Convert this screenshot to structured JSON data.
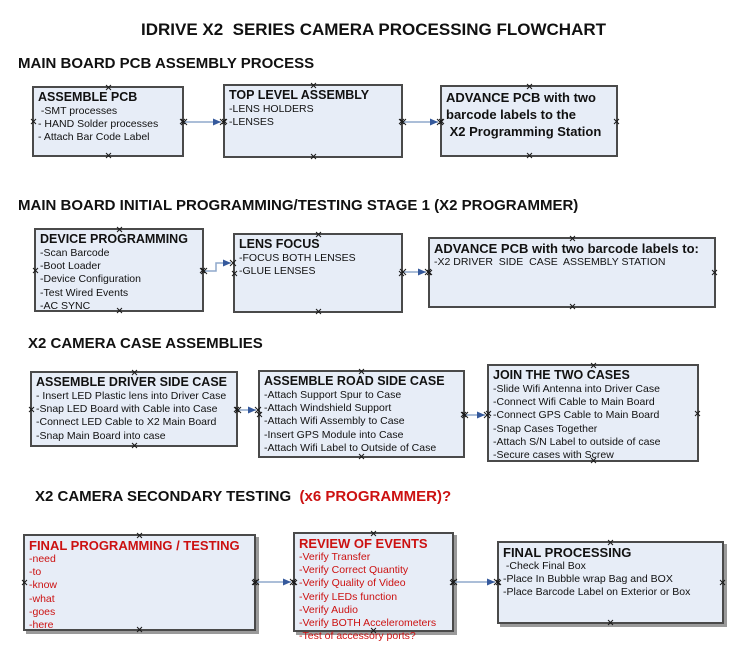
{
  "title": "IDRIVE X2  SERIES CAMERA PROCESSING FLOWCHART",
  "colors": {
    "box_fill": "#e7edf7",
    "box_border": "#4a4a4a",
    "red_text": "#cc1111",
    "arrow_line": "#8fa9cc",
    "arrow_head": "#35599c"
  },
  "sections": {
    "s1": {
      "heading": "MAIN BOARD PCB ASSEMBLY PROCESS"
    },
    "s2": {
      "heading": "MAIN BOARD INITIAL PROGRAMMING/TESTING STAGE 1 (X2 PROGRAMMER)"
    },
    "s3": {
      "heading": "X2 CAMERA CASE ASSEMBLIES"
    },
    "s4": {
      "heading_black": "X2 CAMERA SECONDARY TESTING ",
      "heading_red": " (x6 PROGRAMMER)?"
    }
  },
  "boxes": {
    "assemble_pcb": {
      "title": "ASSEMBLE PCB",
      "lines": [
        " -SMT processes",
        "- HAND Solder processes",
        "- Attach Bar Code Label"
      ]
    },
    "top_level_assembly": {
      "title": "TOP LEVEL ASSEMBLY",
      "lines": [
        "-LENS HOLDERS",
        "-LENSES"
      ]
    },
    "advance_to_programming": {
      "lines": [
        "ADVANCE PCB with two",
        "barcode labels to the",
        " X2 Programming Station"
      ]
    },
    "device_programming": {
      "title": "DEVICE PROGRAMMING",
      "lines": [
        "-Scan Barcode",
        "-Boot Loader",
        "-Device Configuration",
        "-Test Wired Events",
        "-AC SYNC"
      ]
    },
    "lens_focus": {
      "title": "LENS FOCUS",
      "lines": [
        "-FOCUS BOTH LENSES",
        "-GLUE LENSES"
      ]
    },
    "advance_to_driver_station": {
      "title": "ADVANCE PCB with two barcode labels to:",
      "lines": [
        "-X2 DRIVER  SIDE  CASE  ASSEMBLY STATION"
      ]
    },
    "assemble_driver_side_case": {
      "title": "ASSEMBLE DRIVER SIDE CASE",
      "lines": [
        "- Insert LED Plastic lens into Driver Case",
        "-Snap LED Board with Cable into Case",
        "-Connect LED Cable to X2 Main Board",
        "-Snap Main Board into case"
      ]
    },
    "assemble_road_side_case": {
      "title": "ASSEMBLE ROAD SIDE CASE",
      "lines": [
        "-Attach Support Spur to Case",
        "-Attach Windshield Support",
        "-Attach Wifi Assembly to Case",
        "-Insert GPS Module into Case",
        "-Attach Wifi Label to Outside of Case"
      ]
    },
    "join_the_two_cases": {
      "title": "JOIN THE TWO CASES",
      "lines": [
        "-Slide Wifi Antenna into Driver Case",
        "-Connect Wifi Cable to Main Board",
        "-Connect GPS Cable to Main Board",
        "-Snap Cases Together",
        "-Attach S/N Label to outside of case",
        "-Secure cases with Screw"
      ]
    },
    "final_programming_testing": {
      "title": "FINAL PROGRAMMING / TESTING",
      "lines": [
        "-need",
        "-to",
        "-know",
        "-what",
        "-goes",
        "-here"
      ]
    },
    "review_of_events": {
      "title": "REVIEW OF EVENTS",
      "lines": [
        "-Verify Transfer",
        "-Verify Correct Quantity",
        "-Verify Quality of Video",
        "-Verify LEDs function",
        "-Verify Audio",
        "-Verify BOTH Accelerometers",
        "-Test of accessory ports?"
      ]
    },
    "final_processing": {
      "title": "FINAL PROCESSING",
      "lines": [
        " -Check Final Box",
        "-Place In Bubble wrap Bag and BOX",
        "-Place Barcode Label on Exterior or Box"
      ]
    }
  }
}
